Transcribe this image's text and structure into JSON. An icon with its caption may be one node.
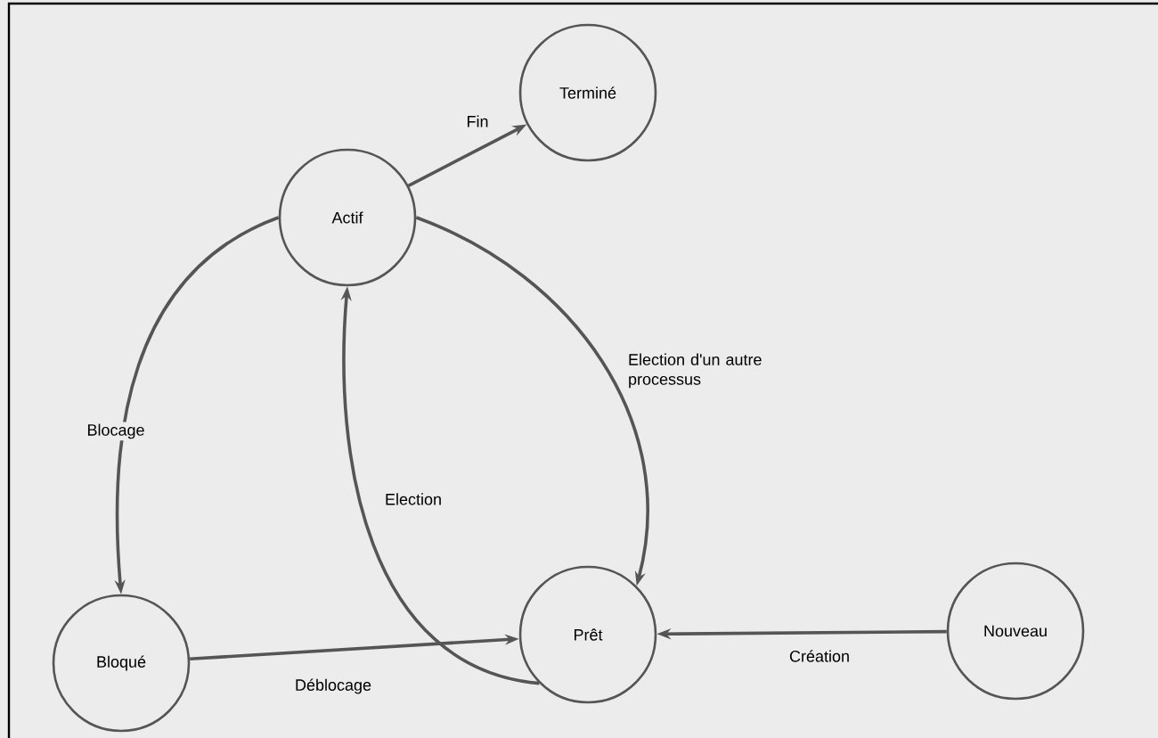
{
  "diagram": {
    "nodes": [
      {
        "text": [
          "Actif"
        ]
      },
      {
        "text": [
          "Terminé"
        ]
      },
      {
        "text": [
          "Bloqué"
        ]
      },
      {
        "text": [
          "Prêt"
        ]
      },
      {
        "text": [
          "Nouveau"
        ]
      }
    ],
    "edges": [
      {
        "from": 0,
        "to": 1,
        "arrow": "to",
        "label": "Fin"
      },
      {
        "from": 0,
        "to": 2,
        "arrow": "to",
        "label": "Blocage"
      },
      {
        "from": 0,
        "to": 3,
        "arrow": "to",
        "label": "Election d'un autre processus"
      },
      {
        "from": 3,
        "to": 0,
        "arrow": "to",
        "label": "Election"
      },
      {
        "from": 2,
        "to": 3,
        "arrow": "to",
        "label": "Déblocage"
      },
      {
        "from": 4,
        "to": 3,
        "arrow": "to",
        "label": "Création"
      }
    ]
  }
}
